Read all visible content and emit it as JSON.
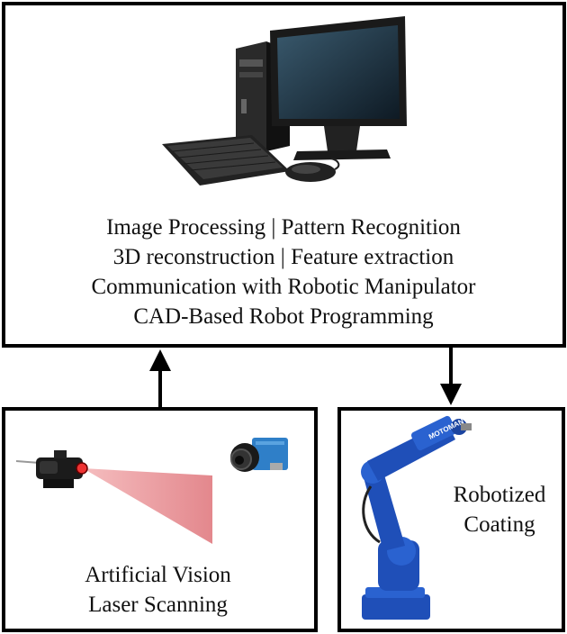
{
  "top_box": {
    "lines": [
      "Image Processing | Pattern Recognition",
      "3D reconstruction | Feature extraction",
      "Communication with Robotic Manipulator",
      "CAD-Based Robot Programming"
    ]
  },
  "vision_box": {
    "lines": [
      "Artificial Vision",
      "Laser Scanning"
    ]
  },
  "robot_box": {
    "lines": [
      "Robotized",
      "Coating"
    ],
    "brand": "MOTOMAN"
  },
  "colors": {
    "border": "#000000",
    "laser": "#e8868a",
    "robot_blue": "#1f4fb8",
    "camera_blue": "#2f7fc8"
  }
}
